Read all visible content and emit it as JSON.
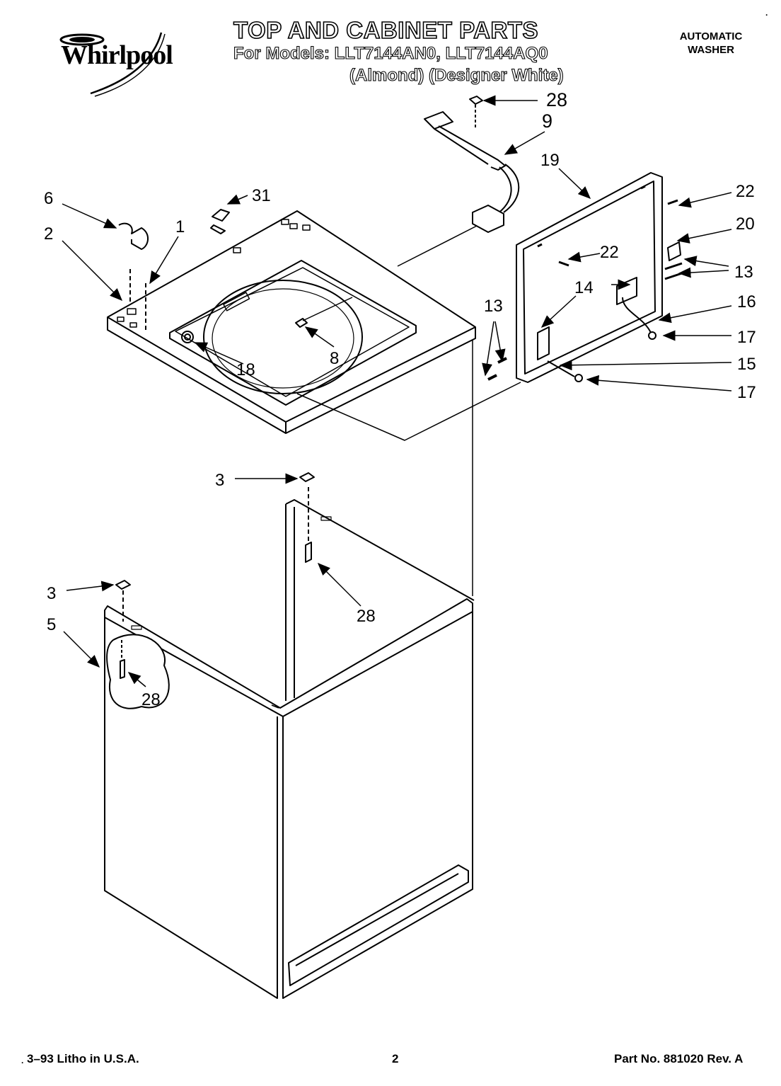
{
  "header": {
    "brand": "Whirlpool",
    "title": "TOP AND CABINET PARTS",
    "models": "For Models: LLT7144AN0, LLT7144AQ0",
    "colors": "(Almond)  (Designer White)",
    "product_line1": "AUTOMATIC",
    "product_line2": "WASHER"
  },
  "callouts": {
    "c1": "1",
    "c2": "2",
    "c3a": "3",
    "c3b": "3",
    "c5": "5",
    "c6": "6",
    "c8": "8",
    "c9": "9",
    "c13a": "13",
    "c13b": "13",
    "c14": "14",
    "c15": "15",
    "c16": "16",
    "c17a": "17",
    "c17b": "17",
    "c18": "18",
    "c19": "19",
    "c20": "20",
    "c22a": "22",
    "c22b": "22",
    "c28a": "28",
    "c28b": "28",
    "c28c": "28",
    "c31": "31"
  },
  "footer": {
    "litho": "3–93 Litho in U.S.A.",
    "page": "2",
    "part": "Part No. 881020  Rev. A"
  }
}
